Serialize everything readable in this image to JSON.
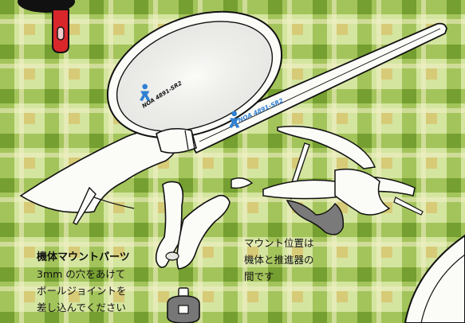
{
  "colors": {
    "background_light": "#d6e6a6",
    "background_green": "#8db53c",
    "background_gold": "#d9b85a",
    "stand_marking": "#2f7fd2",
    "mount_part": "#7a7a7a",
    "handle_red": "#d9262b"
  },
  "icons": {
    "logo": "stick-figure-mark"
  },
  "stand": {
    "base_marking": "NOA 4891-SR2",
    "arm_marking": "NOA 4891-SR2"
  },
  "captions": {
    "parts": {
      "title": "機体マウントパーツ",
      "line1": "3mm の穴をあけて",
      "line2": "ボールジョイントを",
      "line3": "差し込んでください"
    },
    "position": {
      "line1": "マウント位置は",
      "line2": "機体と推進器の",
      "line3": "間です"
    }
  }
}
